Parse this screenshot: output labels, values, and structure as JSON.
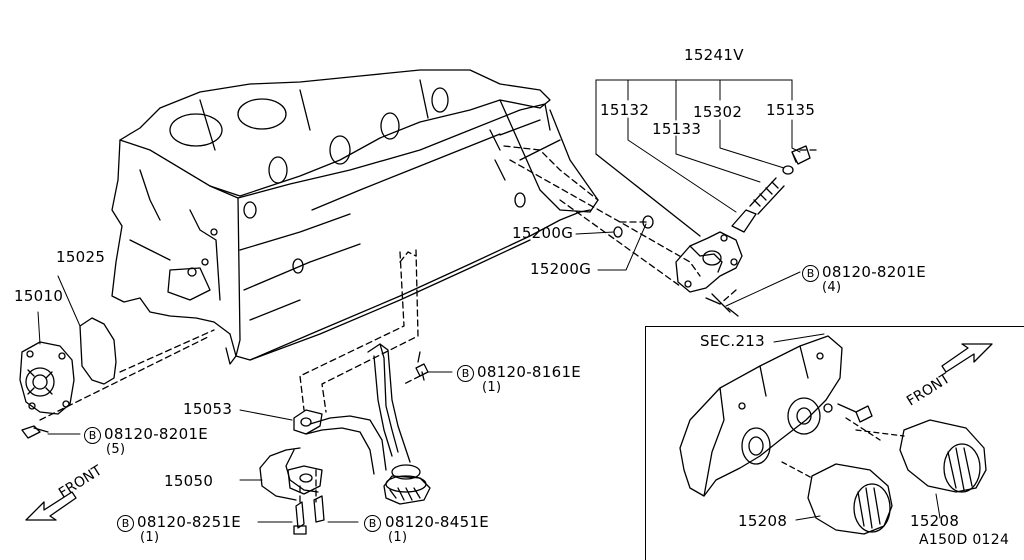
{
  "labels": {
    "p15241v": "15241V",
    "p15132": "15132",
    "p15133": "15133",
    "p15302": "15302",
    "p15135": "15135",
    "p15200g_a": "15200G",
    "p15200g_b": "15200G",
    "p15025": "15025",
    "p15010": "15010",
    "p15053": "15053",
    "p15050": "15050",
    "p15208_a": "15208",
    "p15208_b": "15208",
    "sec213": "SEC.213",
    "code": "A150D 0124"
  },
  "bolts": {
    "b1": {
      "marker": "B",
      "part": "08120-8201E",
      "qty": "(4)"
    },
    "b2": {
      "marker": "B",
      "part": "08120-8161E",
      "qty": "(1)"
    },
    "b3": {
      "marker": "B",
      "part": "08120-8201E",
      "qty": "(5)"
    },
    "b4": {
      "marker": "B",
      "part": "08120-8251E",
      "qty": "(1)"
    },
    "b5": {
      "marker": "B",
      "part": "08120-8451E",
      "qty": "(1)"
    }
  },
  "arrows": {
    "front_left": "FRONT",
    "front_inset": "FRONT"
  }
}
